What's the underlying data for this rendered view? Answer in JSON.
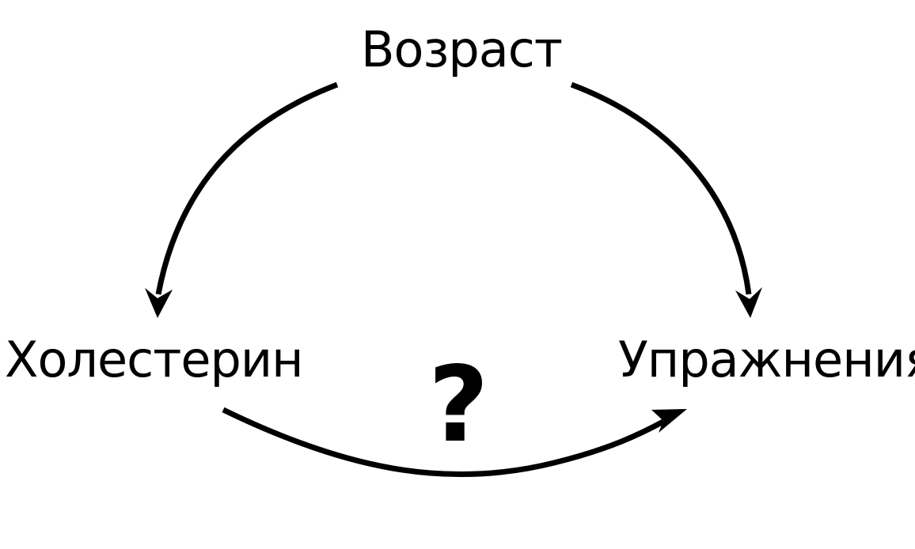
{
  "nodes": {
    "top": "Возраст",
    "left": "Холестерин",
    "right": "Упражнения"
  },
  "edge_labels": {
    "cholesterol_to_exercise": "?"
  },
  "colors": {
    "line": "#000000",
    "background": "#ffffff"
  }
}
